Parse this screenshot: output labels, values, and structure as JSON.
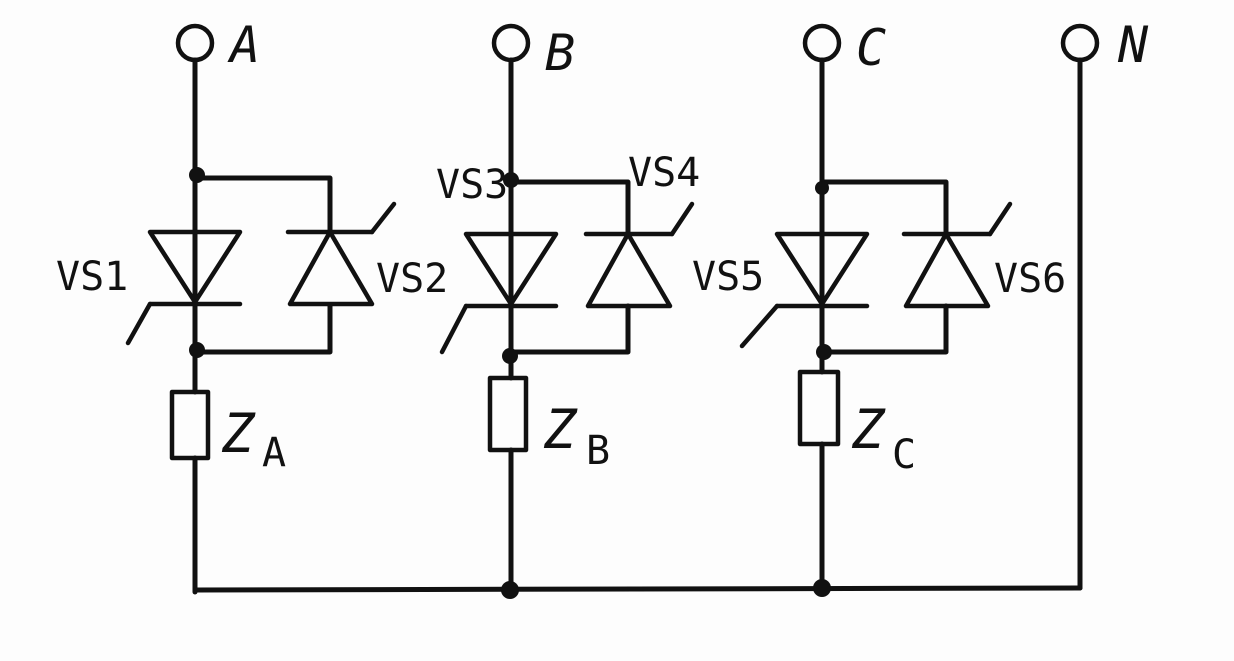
{
  "diagram": {
    "terminals": [
      {
        "id": "A",
        "label": "A"
      },
      {
        "id": "B",
        "label": "B"
      },
      {
        "id": "C",
        "label": "C"
      },
      {
        "id": "N",
        "label": "N"
      }
    ],
    "thyristors": [
      {
        "id": "VS1",
        "label": "VS1"
      },
      {
        "id": "VS2",
        "label": "VS2"
      },
      {
        "id": "VS3",
        "label": "VS3"
      },
      {
        "id": "VS4",
        "label": "VS4"
      },
      {
        "id": "VS5",
        "label": "VS5"
      },
      {
        "id": "VS6",
        "label": "VS6"
      }
    ],
    "loads": [
      {
        "id": "ZA",
        "letter": "Z",
        "sub": "A"
      },
      {
        "id": "ZB",
        "letter": "Z",
        "sub": "B"
      },
      {
        "id": "ZC",
        "letter": "Z",
        "sub": "C"
      }
    ]
  }
}
